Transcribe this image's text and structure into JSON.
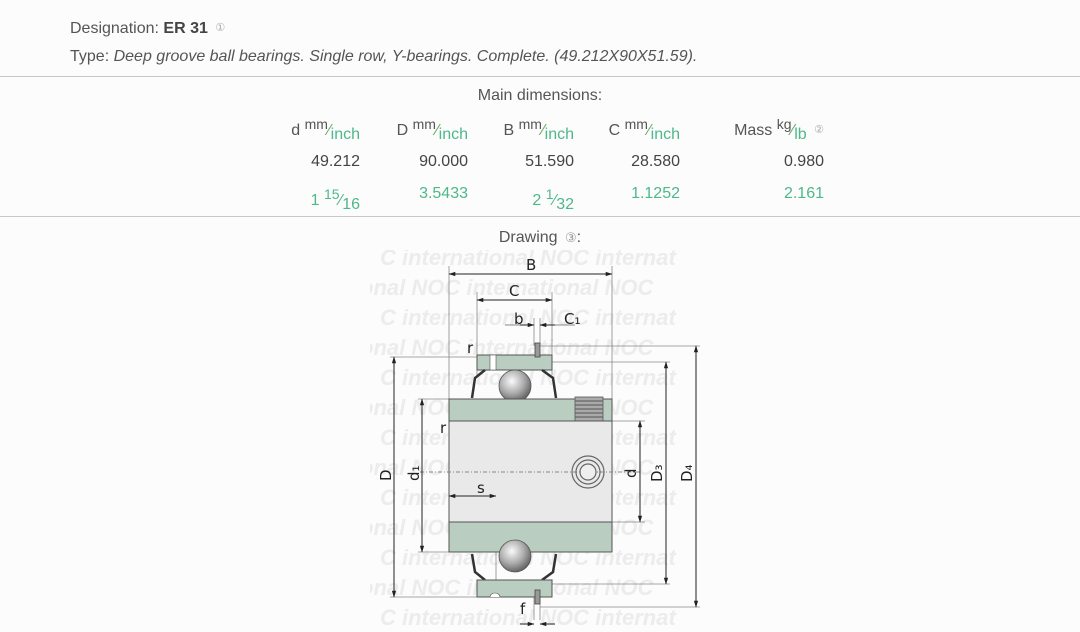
{
  "header": {
    "designation_label": "Designation:",
    "designation_value": "ER 31",
    "designation_note": "①",
    "type_label": "Type:",
    "type_value": "Deep groove ball bearings. Single row, Y-bearings. Complete. (49.212X90X51.59)."
  },
  "main_dimensions": {
    "title": "Main dimensions:",
    "columns": [
      {
        "symbol": "d",
        "unit_top": "mm",
        "unit_bottom": "inch",
        "mm_value": "49.212",
        "inch_whole": "1",
        "inch_num": "15",
        "inch_den": "16",
        "inch_value": ""
      },
      {
        "symbol": "D",
        "unit_top": "mm",
        "unit_bottom": "inch",
        "mm_value": "90.000",
        "inch_value": "3.5433"
      },
      {
        "symbol": "B",
        "unit_top": "mm",
        "unit_bottom": "inch",
        "mm_value": "51.590",
        "inch_whole": "2",
        "inch_num": "1",
        "inch_den": "32",
        "inch_value": ""
      },
      {
        "symbol": "C",
        "unit_top": "mm",
        "unit_bottom": "inch",
        "mm_value": "28.580",
        "inch_value": "1.1252"
      },
      {
        "symbol": "Mass",
        "unit_top": "kg",
        "unit_bottom": "lb",
        "note": "②",
        "mm_value": "0.980",
        "inch_value": "2.161"
      }
    ]
  },
  "drawing": {
    "title": "Drawing",
    "note": "③",
    "title_suffix": ":",
    "watermark": "NOC international",
    "labels": {
      "B": "B",
      "C": "C",
      "b": "b",
      "C1": "C₁",
      "r_top": "r",
      "r_side": "r",
      "D": "D",
      "d1": "d₁",
      "s": "s",
      "d": "d",
      "D3": "D₃",
      "D4": "D₄",
      "f": "f"
    }
  },
  "colors": {
    "inch_text": "#4db88a",
    "ring_fill": "#b9cdc0",
    "inner_fill": "#e9e9e9"
  }
}
